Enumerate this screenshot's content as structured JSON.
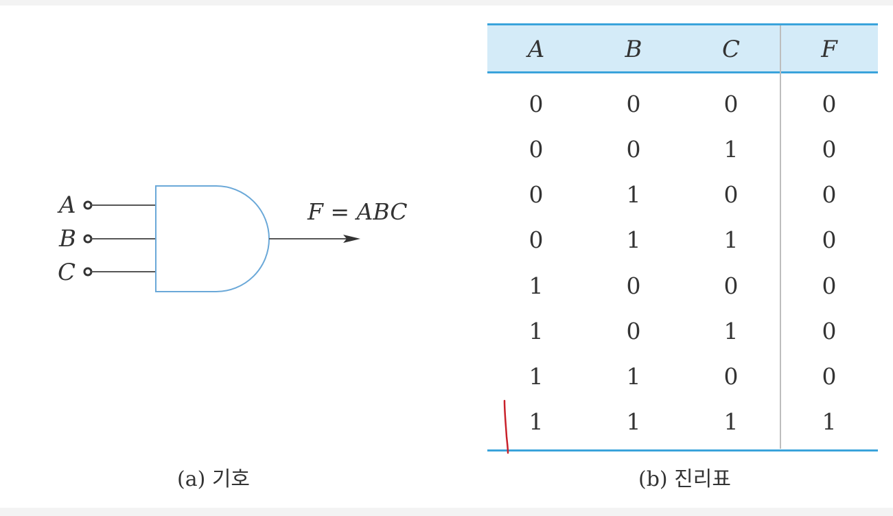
{
  "gate": {
    "inputs": [
      "A",
      "B",
      "C"
    ],
    "output_expression": "F = ABC",
    "caption": "(a) 기호"
  },
  "truth_table": {
    "headers": [
      "A",
      "B",
      "C",
      "F"
    ],
    "rows": [
      [
        "0",
        "0",
        "0",
        "0"
      ],
      [
        "0",
        "0",
        "1",
        "0"
      ],
      [
        "0",
        "1",
        "0",
        "0"
      ],
      [
        "0",
        "1",
        "1",
        "0"
      ],
      [
        "1",
        "0",
        "0",
        "0"
      ],
      [
        "1",
        "0",
        "1",
        "0"
      ],
      [
        "1",
        "1",
        "0",
        "0"
      ],
      [
        "1",
        "1",
        "1",
        "1"
      ]
    ],
    "caption": "(b) 진리표"
  },
  "colors": {
    "table_rule": "#3aa3db",
    "header_fill": "#d4ebf8",
    "gate_stroke": "#6aa8d8",
    "annotation_mark": "#c8202a"
  }
}
